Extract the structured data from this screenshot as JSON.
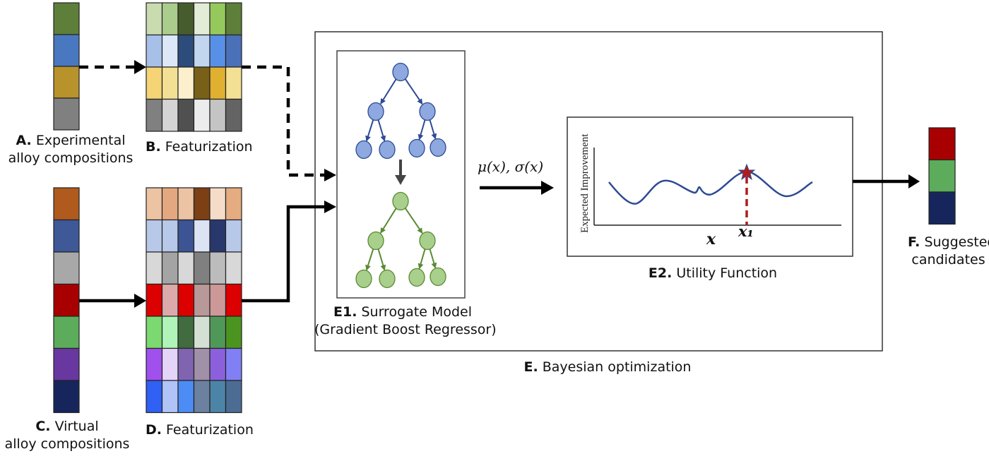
{
  "labels": {
    "A": {
      "letter": "A.",
      "line1": "Experimental",
      "line2": "alloy compositions"
    },
    "B": {
      "letter": "B.",
      "text": "Featurization"
    },
    "C": {
      "letter": "C.",
      "line1": "Virtual",
      "line2": "alloy compositions"
    },
    "D": {
      "letter": "D.",
      "text": "Featurization"
    },
    "E1": {
      "letter": "E1.",
      "line1": "Surrogate Model",
      "line2": "(Gradient Boost Regressor)"
    },
    "E2": {
      "letter": "E2.",
      "text": "Utility Function"
    },
    "E": {
      "letter": "E.",
      "text": "Bayesian optimization"
    },
    "F": {
      "letter": "F.",
      "line1": "Suggested",
      "line2": "candidates"
    }
  },
  "arrow_label": "μ(x), σ(x)",
  "utility_plot": {
    "ylabel": "Expected Improvement",
    "xlabel": "x",
    "marker_label": "x₁",
    "curve_color": "#2e4a94",
    "marker_color": "#b01c1c"
  },
  "blocks": {
    "A": [
      "#5e7f3a",
      "#4a78c0",
      "#b8922a",
      "#808080"
    ],
    "B": [
      [
        "#c8dcb0",
        "#aacc8c",
        "#475c2c",
        "#e3ecd6",
        "#96c95c",
        "#5e7f3a"
      ],
      [
        "#a6c0e8",
        "#dce8f8",
        "#2c4c7c",
        "#c2d6f0",
        "#5890e8",
        "#4a70b8"
      ],
      [
        "#f4d474",
        "#f4e094",
        "#fcf0cc",
        "#786018",
        "#e0b030",
        "#f4e094"
      ],
      [
        "#808080",
        "#d4d4d4",
        "#505050",
        "#ececec",
        "#c4c4c4",
        "#646464"
      ]
    ],
    "C": [
      "#b05a1e",
      "#3e5898",
      "#a8a8a8",
      "#a80000",
      "#5cac5c",
      "#6838a0",
      "#16265c"
    ],
    "D": [
      [
        "#ecc4a4",
        "#e4a880",
        "#ecc4a4",
        "#7c4014",
        "#f4dcc8",
        "#e4ac80"
      ],
      [
        "#b8c8e8",
        "#b8c8e8",
        "#3c5494",
        "#dce4f4",
        "#28386c",
        "#b8c8e8"
      ],
      [
        "#d8d8d8",
        "#a4a4a4",
        "#d8d8d8",
        "#808080",
        "#bcbcbc",
        "#d8d8d8"
      ],
      [
        "#dc0000",
        "#dcaaaa",
        "#dc0000",
        "#b89898",
        "#cc9898",
        "#dc0000"
      ],
      [
        "#7cd870",
        "#b0f4b8",
        "#406c40",
        "#d4e0d4",
        "#509858",
        "#4c9420"
      ],
      [
        "#a050ec",
        "#e4d4f8",
        "#8064b0",
        "#a090a8",
        "#8c60dc",
        "#8080f4"
      ],
      [
        "#3060f4",
        "#b0c4f8",
        "#4c8cf4",
        "#6c80a0",
        "#4c84a8",
        "#4c6c94"
      ]
    ],
    "F": [
      "#a80000",
      "#5cac5c",
      "#16265c"
    ]
  },
  "trees": {
    "top_color": "#8ea8e0",
    "top_stroke": "#2e4a94",
    "bottom_color": "#a8d08c",
    "bottom_stroke": "#5a8a32"
  }
}
